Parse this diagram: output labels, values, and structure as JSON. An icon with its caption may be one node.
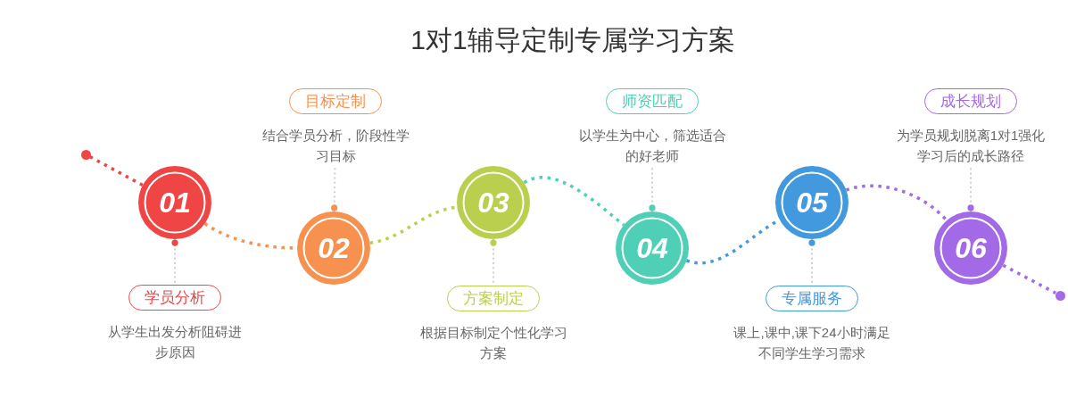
{
  "diagram": {
    "title": "1对1辅导定制专属学习方案",
    "nodes": [
      {
        "text": [],
        "shape": "circle"
      },
      {
        "text": [
          "01"
        ]
      },
      {
        "text": [
          "学员分析"
        ],
        "beside": [
          "从学生出发分析阻碍进步原因"
        ]
      },
      {
        "text": [
          "02"
        ]
      },
      {
        "text": [
          "目标定制"
        ],
        "beside": [
          "结合学员分析，阶段性学习目标"
        ]
      },
      {
        "text": [
          "03"
        ]
      },
      {
        "text": [
          "方案制定"
        ],
        "beside": [
          "根据目标制定个性化学习方案"
        ]
      },
      {
        "text": [
          "04"
        ]
      },
      {
        "text": [
          "师资匹配"
        ],
        "beside": [
          "以学生为中心，筛选适合的好老师"
        ]
      },
      {
        "text": [
          "05"
        ]
      },
      {
        "text": [
          "专属服务"
        ],
        "beside": [
          "课上,课中,课下24小时满足不同学生学习需求"
        ]
      },
      {
        "text": [
          "06"
        ]
      },
      {
        "text": [
          "成长规划"
        ],
        "beside": [
          "为学员规划脱离1对1强化学习后的成长路径"
        ]
      },
      {
        "text": [],
        "shape": "circle"
      }
    ],
    "edges": [
      {
        "from": 0,
        "to": 1,
        "arrow": "none",
        "style": "dashed",
        "color": "#ef4545"
      },
      {
        "from": 1,
        "to": 3,
        "arrow": "none",
        "style": "dashed",
        "color": "#f7914f"
      },
      {
        "from": 3,
        "to": 5,
        "arrow": "none",
        "style": "dashed",
        "color": "#bbcf4f"
      },
      {
        "from": 5,
        "to": 7,
        "arrow": "none",
        "style": "dashed",
        "color": "#4fcfb6"
      },
      {
        "from": 7,
        "to": 9,
        "arrow": "none",
        "style": "dashed",
        "color": "#4399dd"
      },
      {
        "from": 9,
        "to": 11,
        "arrow": "none",
        "style": "dashed",
        "color": "#a36ae7"
      },
      {
        "from": 11,
        "to": 13,
        "arrow": "none",
        "style": "dashed",
        "color": "#a36ae7"
      },
      {
        "from": 1,
        "to": 2,
        "arrow": "other",
        "style": "dashed"
      },
      {
        "from": 3,
        "to": 4,
        "arrow": "other",
        "style": "dashed"
      },
      {
        "from": 5,
        "to": 6,
        "arrow": "other",
        "style": "dashed"
      },
      {
        "from": 7,
        "to": 8,
        "arrow": "other",
        "style": "dashed"
      },
      {
        "from": 9,
        "to": 10,
        "arrow": "other",
        "style": "dashed"
      },
      {
        "from": 11,
        "to": 12,
        "arrow": "other",
        "style": "dashed"
      }
    ]
  }
}
